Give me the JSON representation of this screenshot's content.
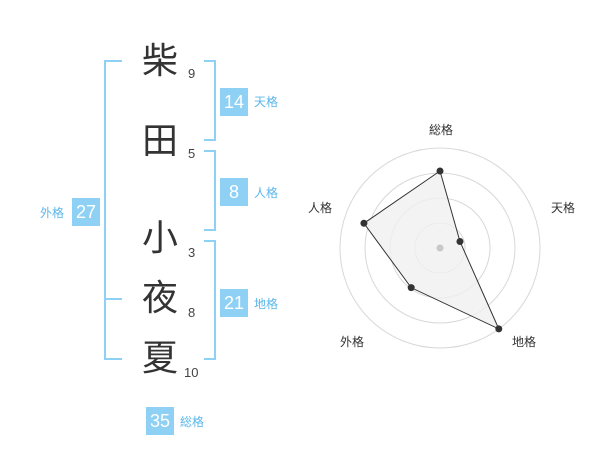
{
  "name": {
    "chars": [
      {
        "char": "柴",
        "strokes": "9"
      },
      {
        "char": "田",
        "strokes": "5"
      },
      {
        "char": "小",
        "strokes": "3"
      },
      {
        "char": "夜",
        "strokes": "8"
      },
      {
        "char": "夏",
        "strokes": "10"
      }
    ]
  },
  "kakusu": {
    "tenkaku": {
      "value": "14",
      "label": "天格"
    },
    "jinkaku": {
      "value": "8",
      "label": "人格"
    },
    "chikaku": {
      "value": "21",
      "label": "地格"
    },
    "gaikaku": {
      "value": "27",
      "label": "外格"
    },
    "soukaku": {
      "value": "35",
      "label": "総格"
    }
  },
  "colors": {
    "accent": "#8fd0f5",
    "accent_text": "#5bb7ea"
  },
  "chart_data": {
    "type": "radar",
    "axes": [
      "総格",
      "天格",
      "地格",
      "外格",
      "人格"
    ],
    "rings": 4,
    "values": [
      0.77,
      0.21,
      1.0,
      0.49,
      0.8
    ],
    "max": 1.0
  }
}
